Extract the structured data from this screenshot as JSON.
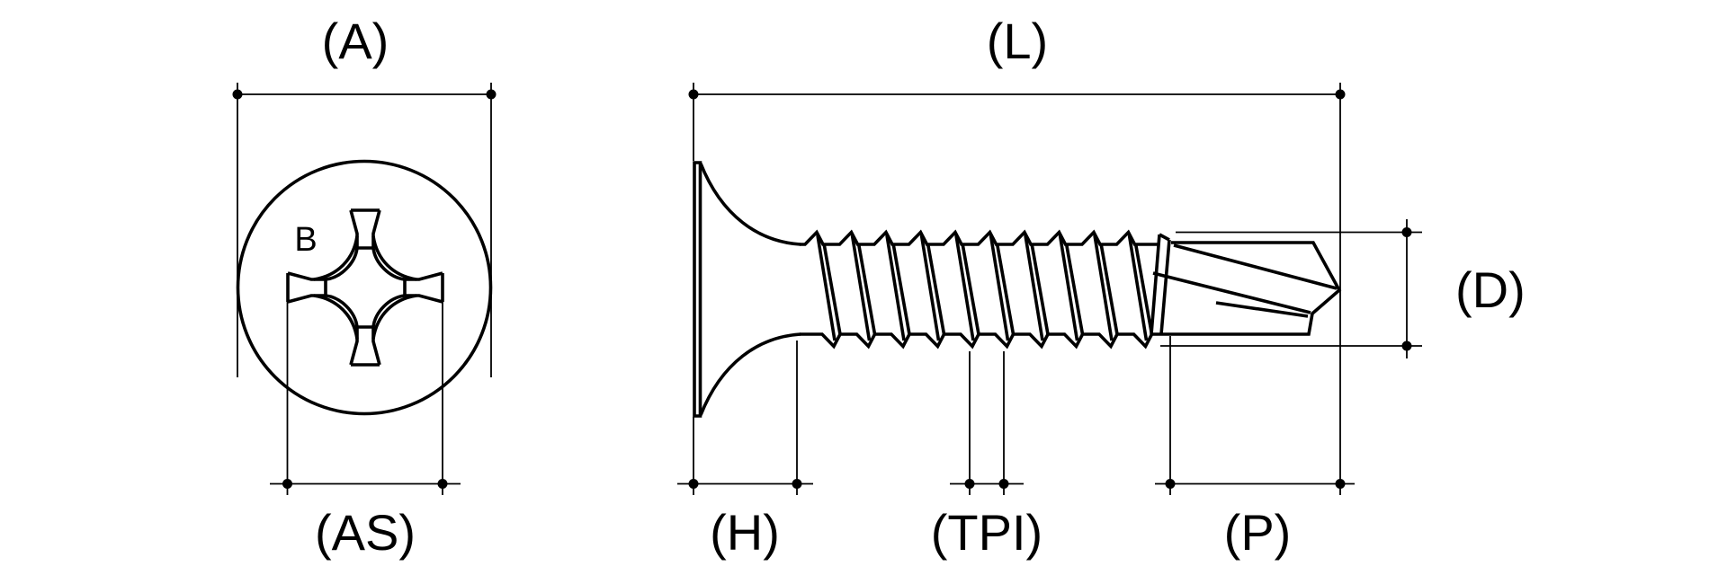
{
  "drawing": {
    "background_color": "#ffffff",
    "line_color": "#000000",
    "head_top_view": {
      "head_diameter_label": "(A)",
      "recess_width_label": "(AS)",
      "recess_point_label": "B"
    },
    "side_view": {
      "overall_length_label": "(L)",
      "thread_diameter_label": "(D)",
      "head_height_label": "(H)",
      "thread_pitch_label": "(TPI)",
      "drill_point_label": "(P)"
    }
  }
}
